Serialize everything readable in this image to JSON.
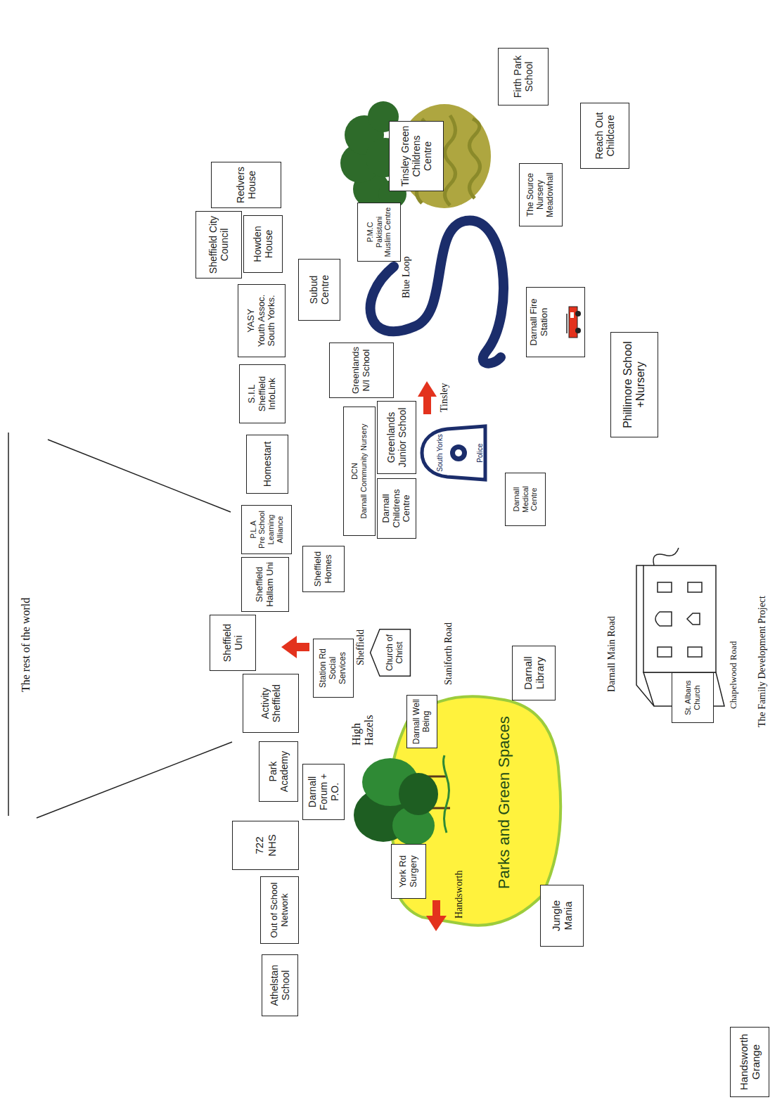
{
  "diagram": {
    "caption": "The Family Development Project",
    "nodes": [
      {
        "text": [
          "Handsworth Grange"
        ]
      },
      {
        "text": [
          "Athelstan School"
        ]
      },
      {
        "text": [
          "Out of School Network"
        ]
      },
      {
        "text": [
          "722",
          "NHS"
        ]
      },
      {
        "text": [
          "Park Academy"
        ]
      },
      {
        "text": [
          "Activity Sheffield"
        ]
      },
      {
        "text": [
          "Sheffield Uni"
        ]
      },
      {
        "text": [
          "Sheffield Hallam Uni"
        ]
      },
      {
        "text": [
          "P.L.A",
          "Pre School Learning Alliance"
        ]
      },
      {
        "text": [
          "Homestart"
        ]
      },
      {
        "text": [
          "S.I.L",
          "Sheffield InfoLink"
        ]
      },
      {
        "text": [
          "YASY",
          "Youth Assoc. South Yorks."
        ]
      },
      {
        "text": [
          "Sheffield City Council"
        ]
      },
      {
        "text": [
          "Howden House"
        ]
      },
      {
        "text": [
          "Redvers House"
        ]
      },
      {
        "text": [
          "Darnall Forum + P.O."
        ]
      },
      {
        "text": [
          "Station Rd Social Services"
        ]
      },
      {
        "text": [
          "Sheffield Homes"
        ]
      },
      {
        "text": [
          "Subud Centre"
        ]
      },
      {
        "text": [
          "Parks and Green Spaces"
        ]
      },
      {
        "text": [
          "York Rd Surgery"
        ]
      },
      {
        "text": [
          "Darnall Well Being"
        ]
      },
      {
        "text": [
          "Church of Christ"
        ]
      },
      {
        "text": [
          "Darnall Library"
        ]
      },
      {
        "text": [
          "Jungle Mania"
        ]
      },
      {
        "text": [
          "DCN",
          "Darnall Community Nursery"
        ]
      },
      {
        "text": [
          "Darnall Childrens Centre"
        ]
      },
      {
        "text": [
          "Greenlands Junior School"
        ]
      },
      {
        "text": [
          "Greenlands N/I School"
        ]
      },
      {
        "text": [
          "South Yorks",
          "Police"
        ]
      },
      {
        "text": [
          "Darnall Medical Centre"
        ]
      },
      {
        "text": [
          "Darnall Fire Station"
        ]
      },
      {
        "text": [
          "Phillimore School",
          "+Nursery"
        ]
      },
      {
        "text": [
          "P.M.C",
          "Pakistani Muslim Centre"
        ]
      },
      {
        "text": [
          "Tinsley Green Childrens Centre"
        ]
      },
      {
        "text": [
          "The Source Nursery Meadowhall"
        ]
      },
      {
        "text": [
          "Firth Park School"
        ]
      },
      {
        "text": [
          "Reach Out Childcare"
        ]
      },
      {
        "text": [
          "St. Albans Church"
        ]
      }
    ],
    "labels": [
      "The rest of the world",
      "High Hazels",
      "Sheffield",
      "Staniforth Road",
      "Handsworth",
      "Darnall Main Road",
      "Chapelwood Road",
      "Tinsley",
      "Blue Loop"
    ]
  }
}
